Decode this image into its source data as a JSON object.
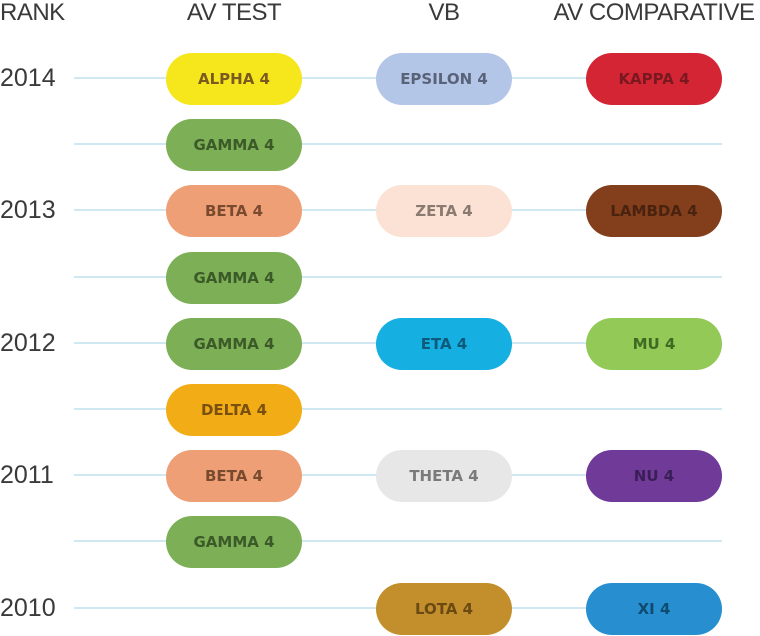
{
  "headers": {
    "rank": "RANK",
    "columns": [
      "AV TEST",
      "VB",
      "AV COMPARATIVE"
    ]
  },
  "rows": [
    {
      "year": "2014",
      "cells": [
        {
          "label": "ALPHA 4",
          "bg": "#f6e71d",
          "fg": "#7a5a1e"
        },
        {
          "label": "EPSILON 4",
          "bg": "#b3c6e8",
          "fg": "#5a6278"
        },
        {
          "label": "KAPPA 4",
          "bg": "#d42535",
          "fg": "#7a1820"
        }
      ]
    },
    {
      "year": "",
      "cells": [
        {
          "label": "GAMMA 4",
          "bg": "#7daf57",
          "fg": "#3b5a28"
        },
        null,
        null
      ]
    },
    {
      "year": "2013",
      "cells": [
        {
          "label": "BETA 4",
          "bg": "#ee9f76",
          "fg": "#7a4a2e"
        },
        {
          "label": "ZETA 4",
          "bg": "#fce2d4",
          "fg": "#8a7a72"
        },
        {
          "label": "LAMBDA 4",
          "bg": "#833e1b",
          "fg": "#4a2210"
        }
      ]
    },
    {
      "year": "",
      "cells": [
        {
          "label": "GAMMA 4",
          "bg": "#7daf57",
          "fg": "#3b5a28"
        },
        null,
        null
      ]
    },
    {
      "year": "2012",
      "cells": [
        {
          "label": "GAMMA 4",
          "bg": "#7daf57",
          "fg": "#3b5a28"
        },
        {
          "label": "ETA 4",
          "bg": "#15afe2",
          "fg": "#0d5a7a"
        },
        {
          "label": "MU 4",
          "bg": "#92c957",
          "fg": "#3f6a22"
        }
      ]
    },
    {
      "year": "",
      "cells": [
        {
          "label": "DELTA 4",
          "bg": "#f2ad16",
          "fg": "#7a5010"
        },
        null,
        null
      ]
    },
    {
      "year": "2011",
      "cells": [
        {
          "label": "BETA 4",
          "bg": "#ee9f76",
          "fg": "#7a4a2e"
        },
        {
          "label": "THETA 4",
          "bg": "#e7e7e7",
          "fg": "#7a7a7a"
        },
        {
          "label": "NU 4",
          "bg": "#6f3a98",
          "fg": "#3a1e55"
        }
      ]
    },
    {
      "year": "",
      "cells": [
        {
          "label": "GAMMA 4",
          "bg": "#7daf57",
          "fg": "#3b5a28"
        },
        null,
        null
      ]
    },
    {
      "year": "2010",
      "cells": [
        null,
        {
          "label": "LOTA 4",
          "bg": "#c28f2c",
          "fg": "#6a4a12"
        },
        {
          "label": "XI 4",
          "bg": "#278fcf",
          "fg": "#0f4a70"
        }
      ]
    }
  ]
}
